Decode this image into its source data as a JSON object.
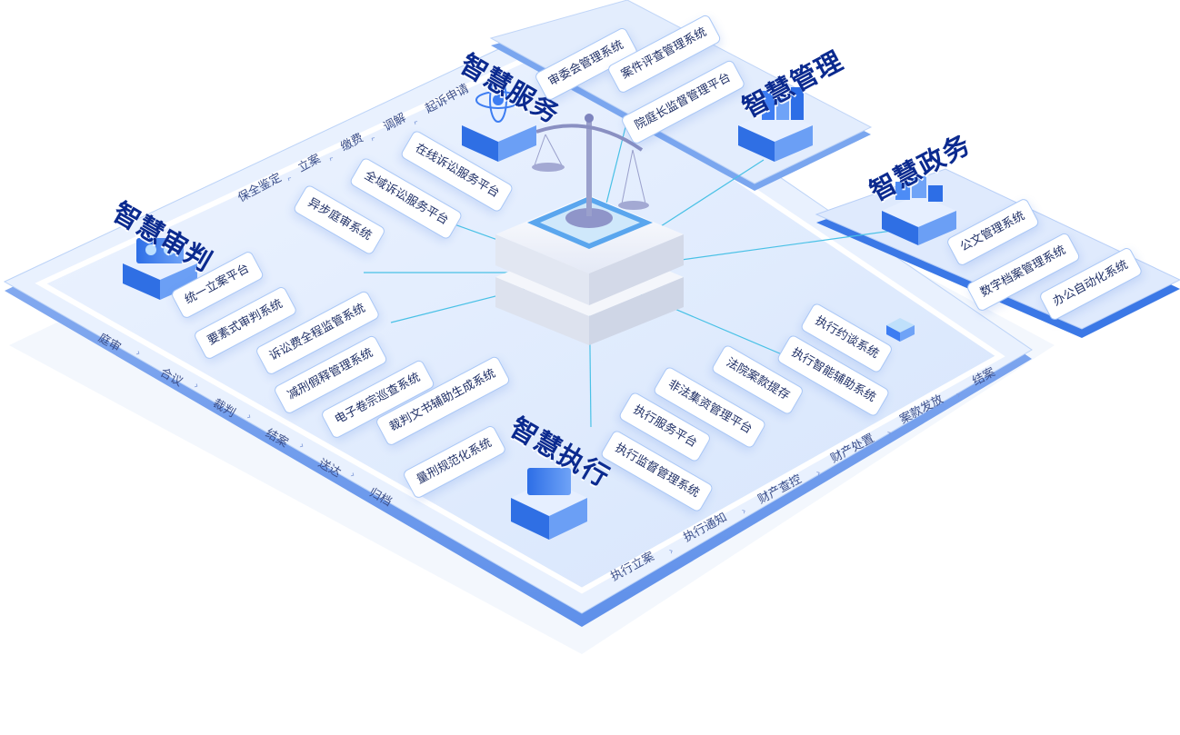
{
  "modules": {
    "trial": "智慧审判",
    "service": "智慧服务",
    "manage": "智慧管理",
    "gov": "智慧政务",
    "exec": "智慧执行"
  },
  "systems": {
    "trial": [
      "统一立案平台",
      "要素式审判系统",
      "诉讼费全程监管系统",
      "减刑假释管理系统",
      "电子卷宗巡查系统",
      "裁判文书辅助生成系统",
      "量刑规范化系统"
    ],
    "service": [
      "异步庭审系统",
      "全域诉讼服务平台",
      "在线诉讼服务平台"
    ],
    "manage": [
      "审委会管理系统",
      "案件评查管理系统",
      "院庭长监督管理平台"
    ],
    "gov": [
      "公文管理系统",
      "数字档案管理系统",
      "办公自动化系统"
    ],
    "exec": [
      "执行约谈系统",
      "执行智能辅助系统",
      "法院案款提存",
      "非法集资管理平台",
      "执行服务平台",
      "执行监督管理系统"
    ]
  },
  "flows": {
    "service": [
      "起诉申请",
      "调解",
      "缴费",
      "立案",
      "保全鉴定"
    ],
    "trial": [
      "庭审",
      "合议",
      "裁判",
      "结案",
      "送达",
      "归档"
    ],
    "exec": [
      "执行立案",
      "执行通知",
      "财产查控",
      "财产处置",
      "案款发放",
      "结案"
    ]
  },
  "icons": {
    "center": "scales-of-justice-icon",
    "arrow": "chevron-right-icon"
  },
  "colors": {
    "title": "#0b2a8f",
    "platform": "#dbe8fd",
    "accent": "#3d7df2",
    "card_border": "#a9c7f6"
  }
}
